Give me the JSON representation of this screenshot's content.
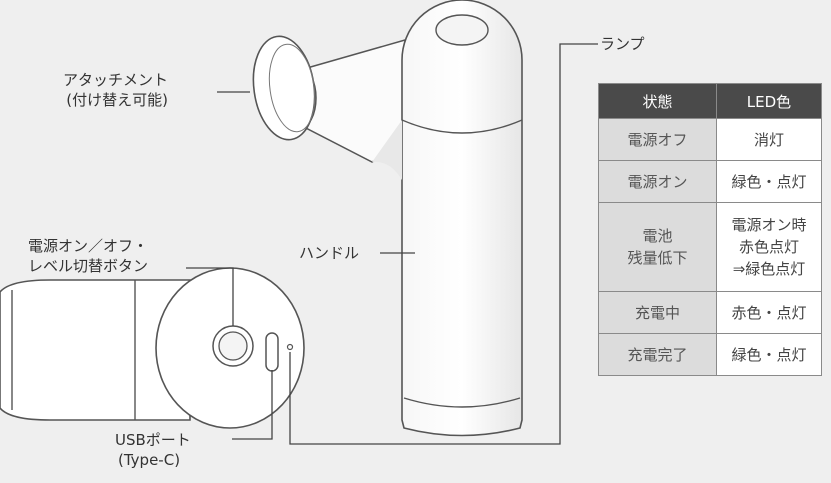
{
  "labels": {
    "attachment": [
      "アタッチメント",
      "(付け替え可能)"
    ],
    "power_button": [
      "電源オン／オフ・",
      "レベル切替ボタン"
    ],
    "handle": "ハンドル",
    "lamp": "ランプ",
    "usb_port": [
      "USBポート",
      "(Type-C)"
    ]
  },
  "table": {
    "headers": [
      "状態",
      "LED色"
    ],
    "rows": [
      {
        "state": [
          "電源オフ"
        ],
        "led": [
          "消灯"
        ]
      },
      {
        "state": [
          "電源オン"
        ],
        "led": [
          "緑色・点灯"
        ]
      },
      {
        "state": [
          "電池",
          "残量低下"
        ],
        "led": [
          "電源オン時",
          "赤色点灯",
          "⇒緑色点灯"
        ]
      },
      {
        "state": [
          "充電中"
        ],
        "led": [
          "赤色・点灯"
        ]
      },
      {
        "state": [
          "充電完了"
        ],
        "led": [
          "緑色・点灯"
        ]
      }
    ]
  },
  "colors": {
    "background": "#efefef",
    "device_body": "#ffffff",
    "outline": "#555555",
    "table_header": "#4a4a4a",
    "table_state_cell": "#dcdcdc"
  }
}
